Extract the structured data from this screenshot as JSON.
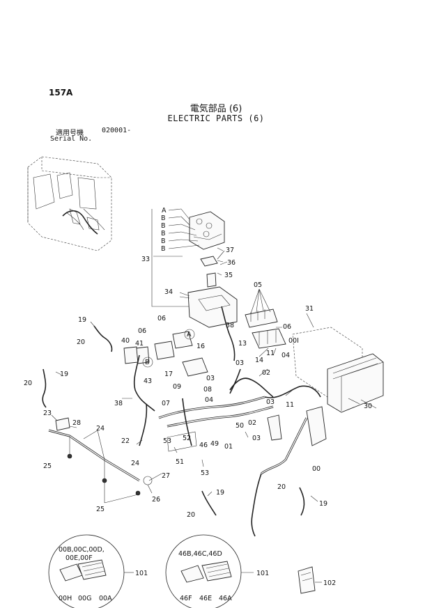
{
  "header": {
    "page_no": "157A",
    "title_jp": "電気部品 (6)",
    "title_en": "ELECTRIC PARTS (6)",
    "serial_jp": "適用号機",
    "serial_no": "020001-",
    "serial_en": "Serial No."
  },
  "callouts": {
    "a_top": "A",
    "b1": "B",
    "b2": "B",
    "b3": "B",
    "b4": "B",
    "b5": "B",
    "p33": "33",
    "p37": "37",
    "p36": "36",
    "p35": "35",
    "p34": "34",
    "p05": "05",
    "p06a": "06",
    "p31": "31",
    "p38a": "38",
    "p00i": "00I",
    "p13": "13",
    "p03a": "03",
    "p14": "14",
    "p11a": "11",
    "p04a": "04",
    "p02a": "02",
    "p06b": "06",
    "p06c": "06",
    "circ_a": "A",
    "p16": "16",
    "p40": "40",
    "p41": "41",
    "circ_b": "B",
    "p17": "17",
    "p19a": "19",
    "p20a": "20",
    "p19b": "19",
    "p20b": "20",
    "p43": "43",
    "p03b": "03",
    "p09": "09",
    "p08": "08",
    "p04b": "04",
    "p03c": "03",
    "p38b": "38",
    "p07": "07",
    "p11b": "11",
    "p23": "23",
    "p28": "28",
    "p24a": "24",
    "p50": "50",
    "p02b": "02",
    "p03d": "03",
    "p30": "30",
    "p22": "22",
    "p53a": "53",
    "p52": "52",
    "p46": "46",
    "p49": "49",
    "p01": "01",
    "p25a": "25",
    "p24b": "24",
    "p51": "51",
    "p53b": "53",
    "p00": "00",
    "p27": "27",
    "p26": "26",
    "p25b": "25",
    "p20c": "20",
    "p19c": "19",
    "p20d": "20",
    "p19d": "19",
    "d1_top": "00B,00C,00D,",
    "d1_mid": "00E,00F",
    "d1_h": "00H",
    "d1_g": "00G",
    "d1_a": "00A",
    "p101a": "101",
    "d2_top": "46B,46C,46D",
    "d2_f": "46F",
    "d2_e": "46E",
    "d2_a": "46A",
    "p101b": "101",
    "p102": "102"
  }
}
